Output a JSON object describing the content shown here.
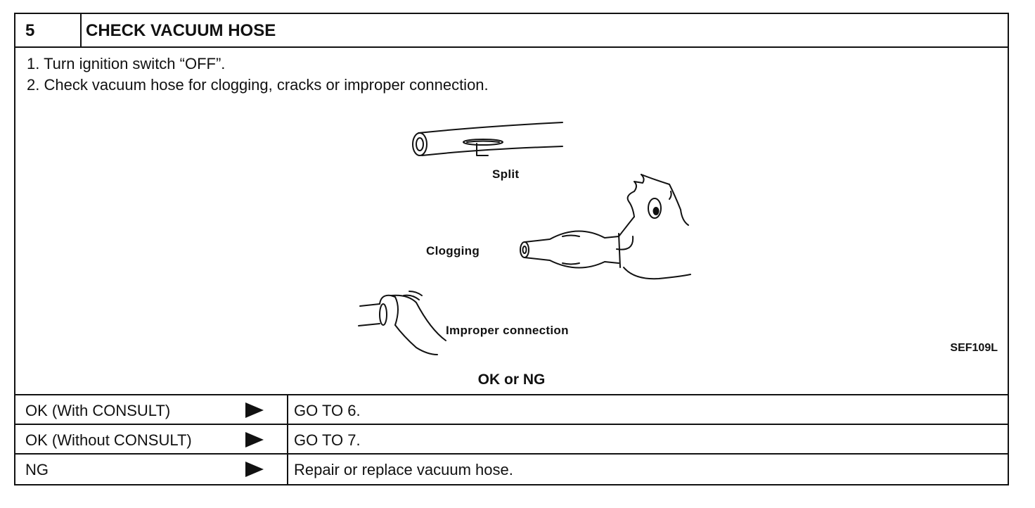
{
  "step": {
    "number": "5",
    "title": "CHECK VACUUM HOSE"
  },
  "instructions": [
    "1.  Turn ignition switch “OFF”.",
    "2.  Check vacuum hose for clogging, cracks or improper connection."
  ],
  "figure": {
    "labels": {
      "split": "Split",
      "clogging": "Clogging",
      "improper": "Improper connection"
    },
    "ref": "SEF109L"
  },
  "result_heading": "OK or NG",
  "outcomes": [
    {
      "condition": "OK (With CONSULT)",
      "action": "GO TO 6."
    },
    {
      "condition": "OK (Without CONSULT)",
      "action": "GO TO 7."
    },
    {
      "condition": "NG",
      "action": "Repair or replace vacuum hose."
    }
  ]
}
